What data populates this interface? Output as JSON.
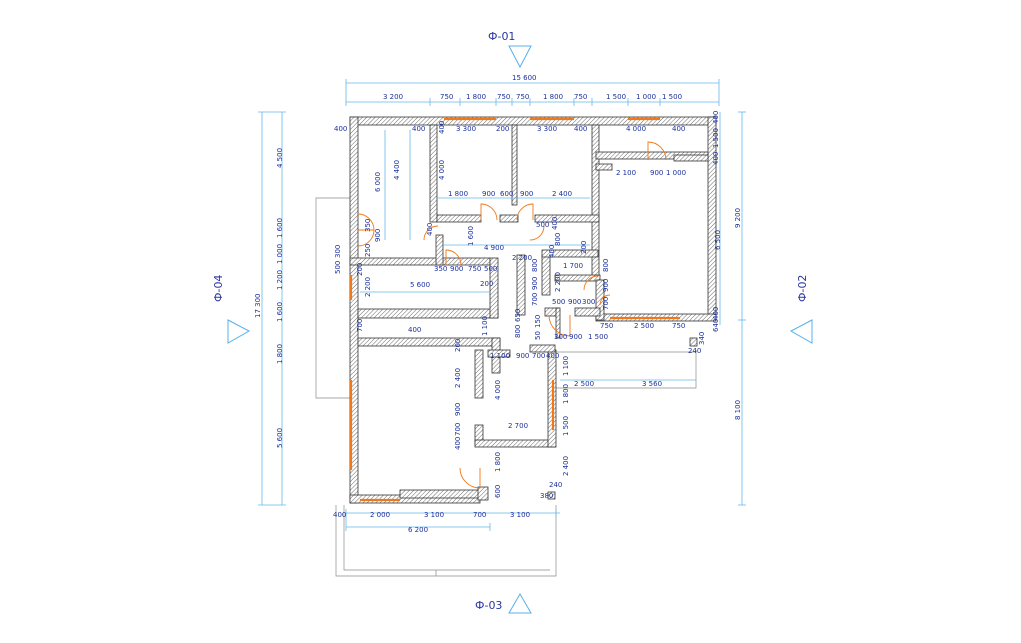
{
  "facades": {
    "north": "Ф-01",
    "east": "Ф-02",
    "south": "Ф-03",
    "west": "Ф-04"
  },
  "dims": {
    "top_total": "15 600",
    "top_1": "3 200",
    "top_2": "750",
    "top_3": "1 800",
    "top_4": "750",
    "top_5": "750",
    "top_6": "1 800",
    "top_7": "750",
    "top_8": "1 500",
    "top_9": "1 000",
    "top_10": "1 500",
    "in_400a": "400",
    "in_400b": "400",
    "in_400c": "400",
    "in_3300a": "3 300",
    "in_200a": "200",
    "in_3300b": "3 300",
    "in_400d": "400",
    "in_4000": "4 000",
    "in_400e": "400",
    "in_400f": "400",
    "in_1500v": "1 500",
    "in_400g": "400",
    "in_2100": "2 100",
    "in_900a": "900",
    "in_1000": "1 000",
    "in_6000": "6 000",
    "in_4400": "4 400",
    "in_4000v": "4 000",
    "in_1800": "1 800",
    "in_900b": "900",
    "in_600": "600",
    "in_900c": "900",
    "in_2400": "2 400",
    "in_6500": "6 500",
    "in_9200": "9 200",
    "in_400h": "400",
    "in_1600": "1 600",
    "in_500a": "500",
    "in_400i": "400",
    "in_350a": "350",
    "in_900d": "900",
    "in_250": "250",
    "in_4900": "4 900",
    "in_200b": "200",
    "in_800a": "800",
    "in_400j": "400",
    "in_300a": "300",
    "in_200c": "200",
    "in_2200a": "2 200",
    "in_1700": "1 700",
    "in_500b": "500",
    "in_350b": "350",
    "in_900e": "900",
    "in_750a": "750",
    "in_500c": "500",
    "in_800b": "800",
    "in_400k": "400",
    "in_800c": "800",
    "in_5600": "5 600",
    "in_2200b": "2 200",
    "in_200d": "200",
    "in_900f": "900",
    "in_700a": "700",
    "in_900g": "900",
    "in_2200c": "2 200",
    "in_500d": "500",
    "in_700b": "700",
    "in_900h": "900",
    "in_300b": "300",
    "in_700c": "700",
    "in_750b": "750",
    "in_2500a": "2 500",
    "in_750c": "750",
    "in_400l": "400",
    "in_640": "640",
    "in_240a": "240",
    "in_340": "340",
    "in_400m": "400",
    "in_1100a": "1 100",
    "in_700d": "700",
    "in_650": "650",
    "in_800d": "800",
    "in_50": "50",
    "in_150": "150",
    "in_300c": "300",
    "in_900i": "900",
    "in_1500b": "1 500",
    "in_200e": "200",
    "in_1100b": "1 100",
    "in_900j": "900",
    "in_700e": "700",
    "in_400n": "400",
    "in_1100c": "1 100",
    "in_2500b": "2 500",
    "in_3560": "3 560",
    "in_2400b": "2 400",
    "in_4000c": "4 000",
    "in_1800b": "1 800",
    "in_900k": "900",
    "in_700f": "700",
    "in_400o": "400",
    "in_2700": "2 700",
    "in_1500c": "1 500",
    "in_1800c": "1 800",
    "in_2400c": "2 400",
    "in_600b": "600",
    "in_380": "380",
    "in_240b": "240",
    "in_8100": "8 100",
    "left_4500": "4 500",
    "left_1600a": "1 600",
    "left_1000": "1 000",
    "left_1200": "1 200",
    "left_1600b": "1 600",
    "left_1800": "1 800",
    "left_5600": "5 600",
    "left_17300": "17 300",
    "left_300": "300",
    "left_500": "500",
    "bot_400": "400",
    "bot_2000": "2 000",
    "bot_3100a": "3 100",
    "bot_700": "700",
    "bot_3100b": "3 100",
    "bot_6200": "6 200"
  },
  "colors": {
    "dimension_text": "#1a2f9c",
    "dimension_line": "#68b6ee",
    "window": "#f07818",
    "wall_stroke": "#333333"
  }
}
